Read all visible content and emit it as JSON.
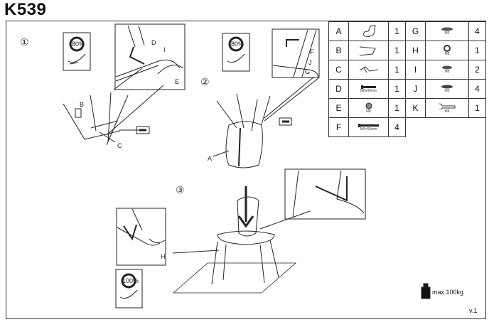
{
  "title": "K539",
  "version": "v.1",
  "max_weight": "max.100kg",
  "steps": [
    "①",
    "②",
    "③"
  ],
  "tighten_labels": [
    "80%",
    "80%",
    "100%"
  ],
  "callouts": {
    "step1": [
      "B",
      "C",
      "D",
      "I",
      "E"
    ],
    "step2": [
      "F",
      "J",
      "G",
      "A"
    ],
    "step3": [
      "H"
    ]
  },
  "parts": [
    {
      "letter": "A",
      "icon": "seat-shell-icon",
      "size": "",
      "qty": "1"
    },
    {
      "letter": "B",
      "icon": "leg-frame-icon",
      "size": "",
      "qty": "1"
    },
    {
      "letter": "C",
      "icon": "leg-frame-small-icon",
      "size": "",
      "qty": "1"
    },
    {
      "letter": "D",
      "icon": "bolt-icon",
      "size": "M8x40mm",
      "qty": "1"
    },
    {
      "letter": "E",
      "icon": "nut-icon",
      "size": "M8",
      "qty": "1"
    },
    {
      "letter": "F",
      "icon": "bolt-icon",
      "size": "M6×50mm",
      "qty": "4"
    },
    {
      "letter": "G",
      "icon": "washer-icon",
      "size": "M6",
      "qty": "4"
    },
    {
      "letter": "H",
      "icon": "cap-nut-icon",
      "size": "M8",
      "qty": "1"
    },
    {
      "letter": "I",
      "icon": "washer-icon",
      "size": "M8",
      "qty": "2"
    },
    {
      "letter": "J",
      "icon": "spring-washer-icon",
      "size": "M6",
      "qty": "4"
    },
    {
      "letter": "K",
      "icon": "wrench-icon",
      "size": "M8",
      "qty": "1"
    }
  ]
}
